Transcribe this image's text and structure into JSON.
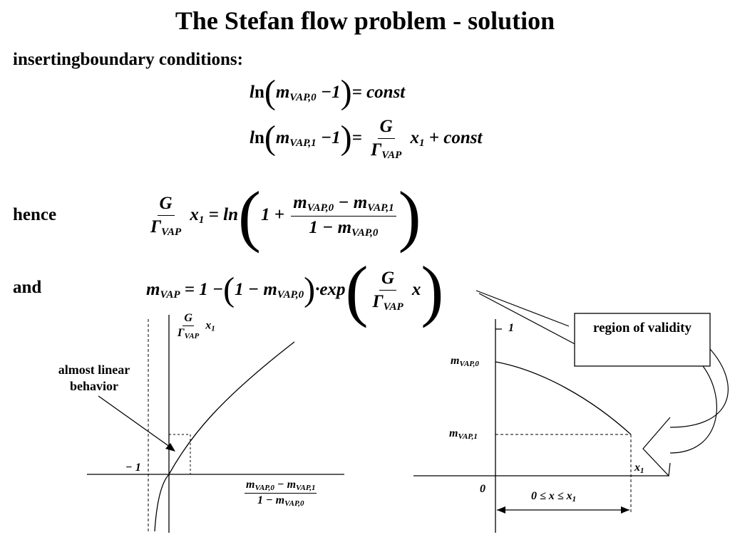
{
  "title": "The Stefan flow problem - solution",
  "intro": "insertingboundary conditions:",
  "word_hence": "hence",
  "word_and": "and",
  "math": {
    "ln": "ln",
    "ln_italic": "l",
    "n_upright": "n",
    "m": "m",
    "sub_vap0": "VAP,0",
    "sub_vap1": "VAP,1",
    "sub_vap": "VAP",
    "minus_one": "−1",
    "one": "1",
    "eq_const": "= const",
    "plus_const": "+ const",
    "G": "G",
    "Gamma": "Γ",
    "x": "x",
    "x1_sub": "1",
    "exp": "exp",
    "one_minus": "1 −",
    "one_plus": "1 +",
    "equals": "=",
    "minus": "−",
    "dot": "·"
  },
  "left_plot": {
    "annotation": "almost linear behavior",
    "minus_one_label": "− 1"
  },
  "right_plot": {
    "one_label": "1",
    "zero_label": "0",
    "x1_label": "x",
    "range_label": "0 ≤ x ≤ x"
  },
  "callout": "region of validity"
}
